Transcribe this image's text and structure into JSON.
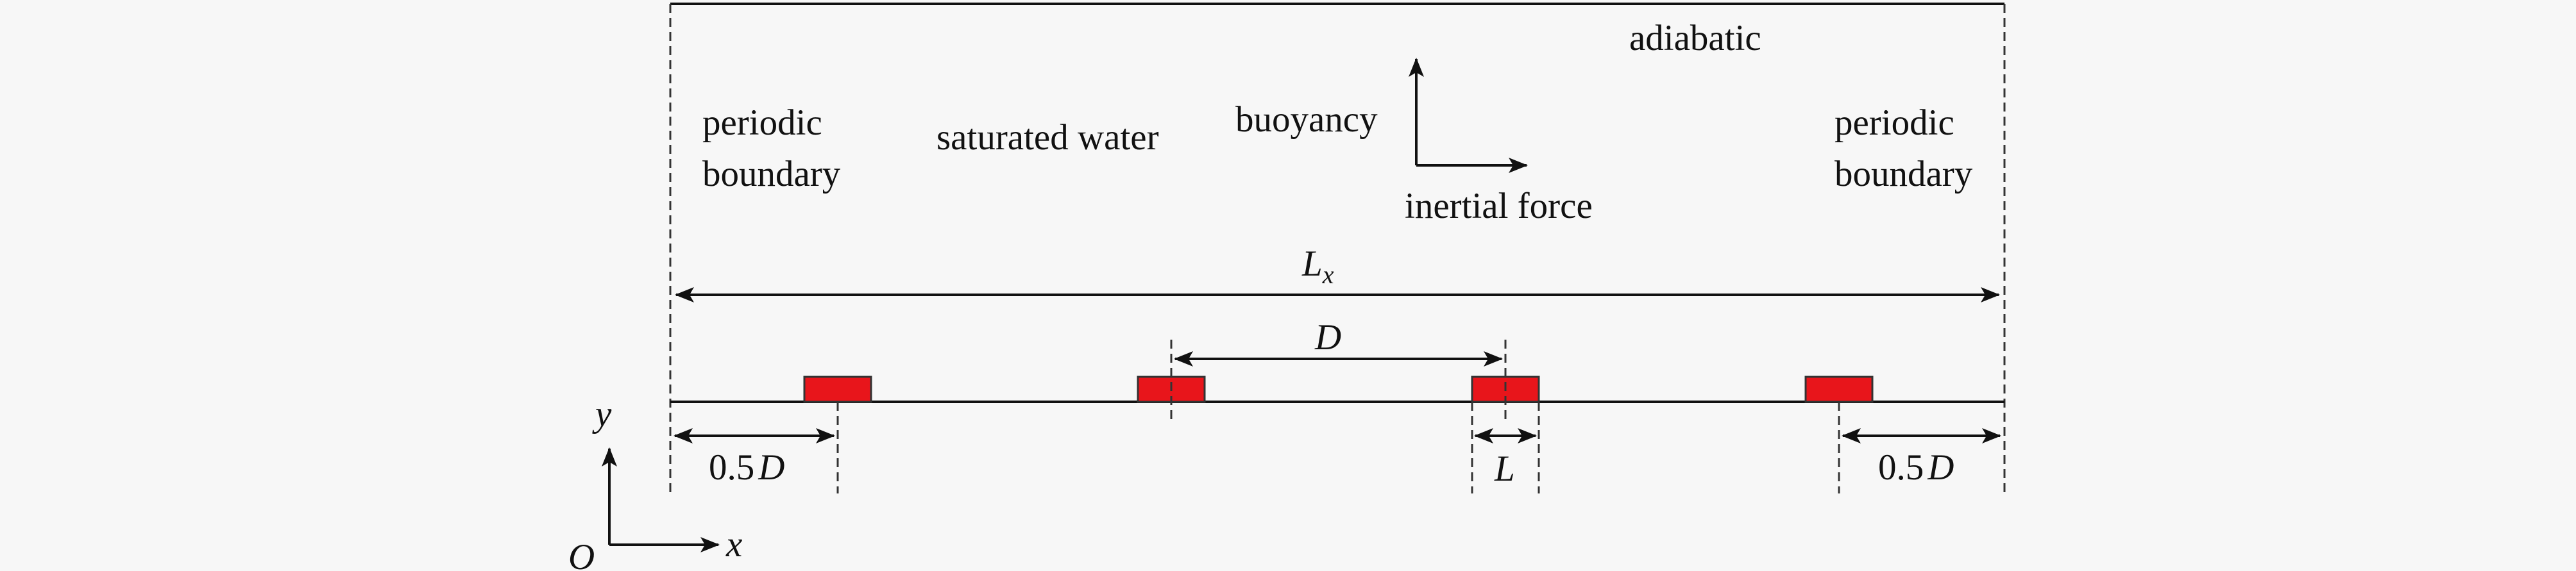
{
  "labels": {
    "adiabatic": "adiabatic",
    "periodic_left_1": "periodic",
    "periodic_left_2": "boundary",
    "periodic_right_1": "periodic",
    "periodic_right_2": "boundary",
    "saturated_water": "saturated water",
    "buoyancy": "buoyancy",
    "inertial_force": "inertial force",
    "lx_main": "L",
    "lx_sub": "x",
    "d_label": "D",
    "l_label": "L",
    "half_d_left_num": "0.5",
    "half_d_left_var": "D",
    "half_d_right_num": "0.5",
    "half_d_right_var": "D",
    "axis_y": "y",
    "axis_x": "x",
    "origin": "O"
  },
  "colors": {
    "heater": "#e8151b",
    "line": "#111111",
    "background": "#f7f7f7"
  }
}
